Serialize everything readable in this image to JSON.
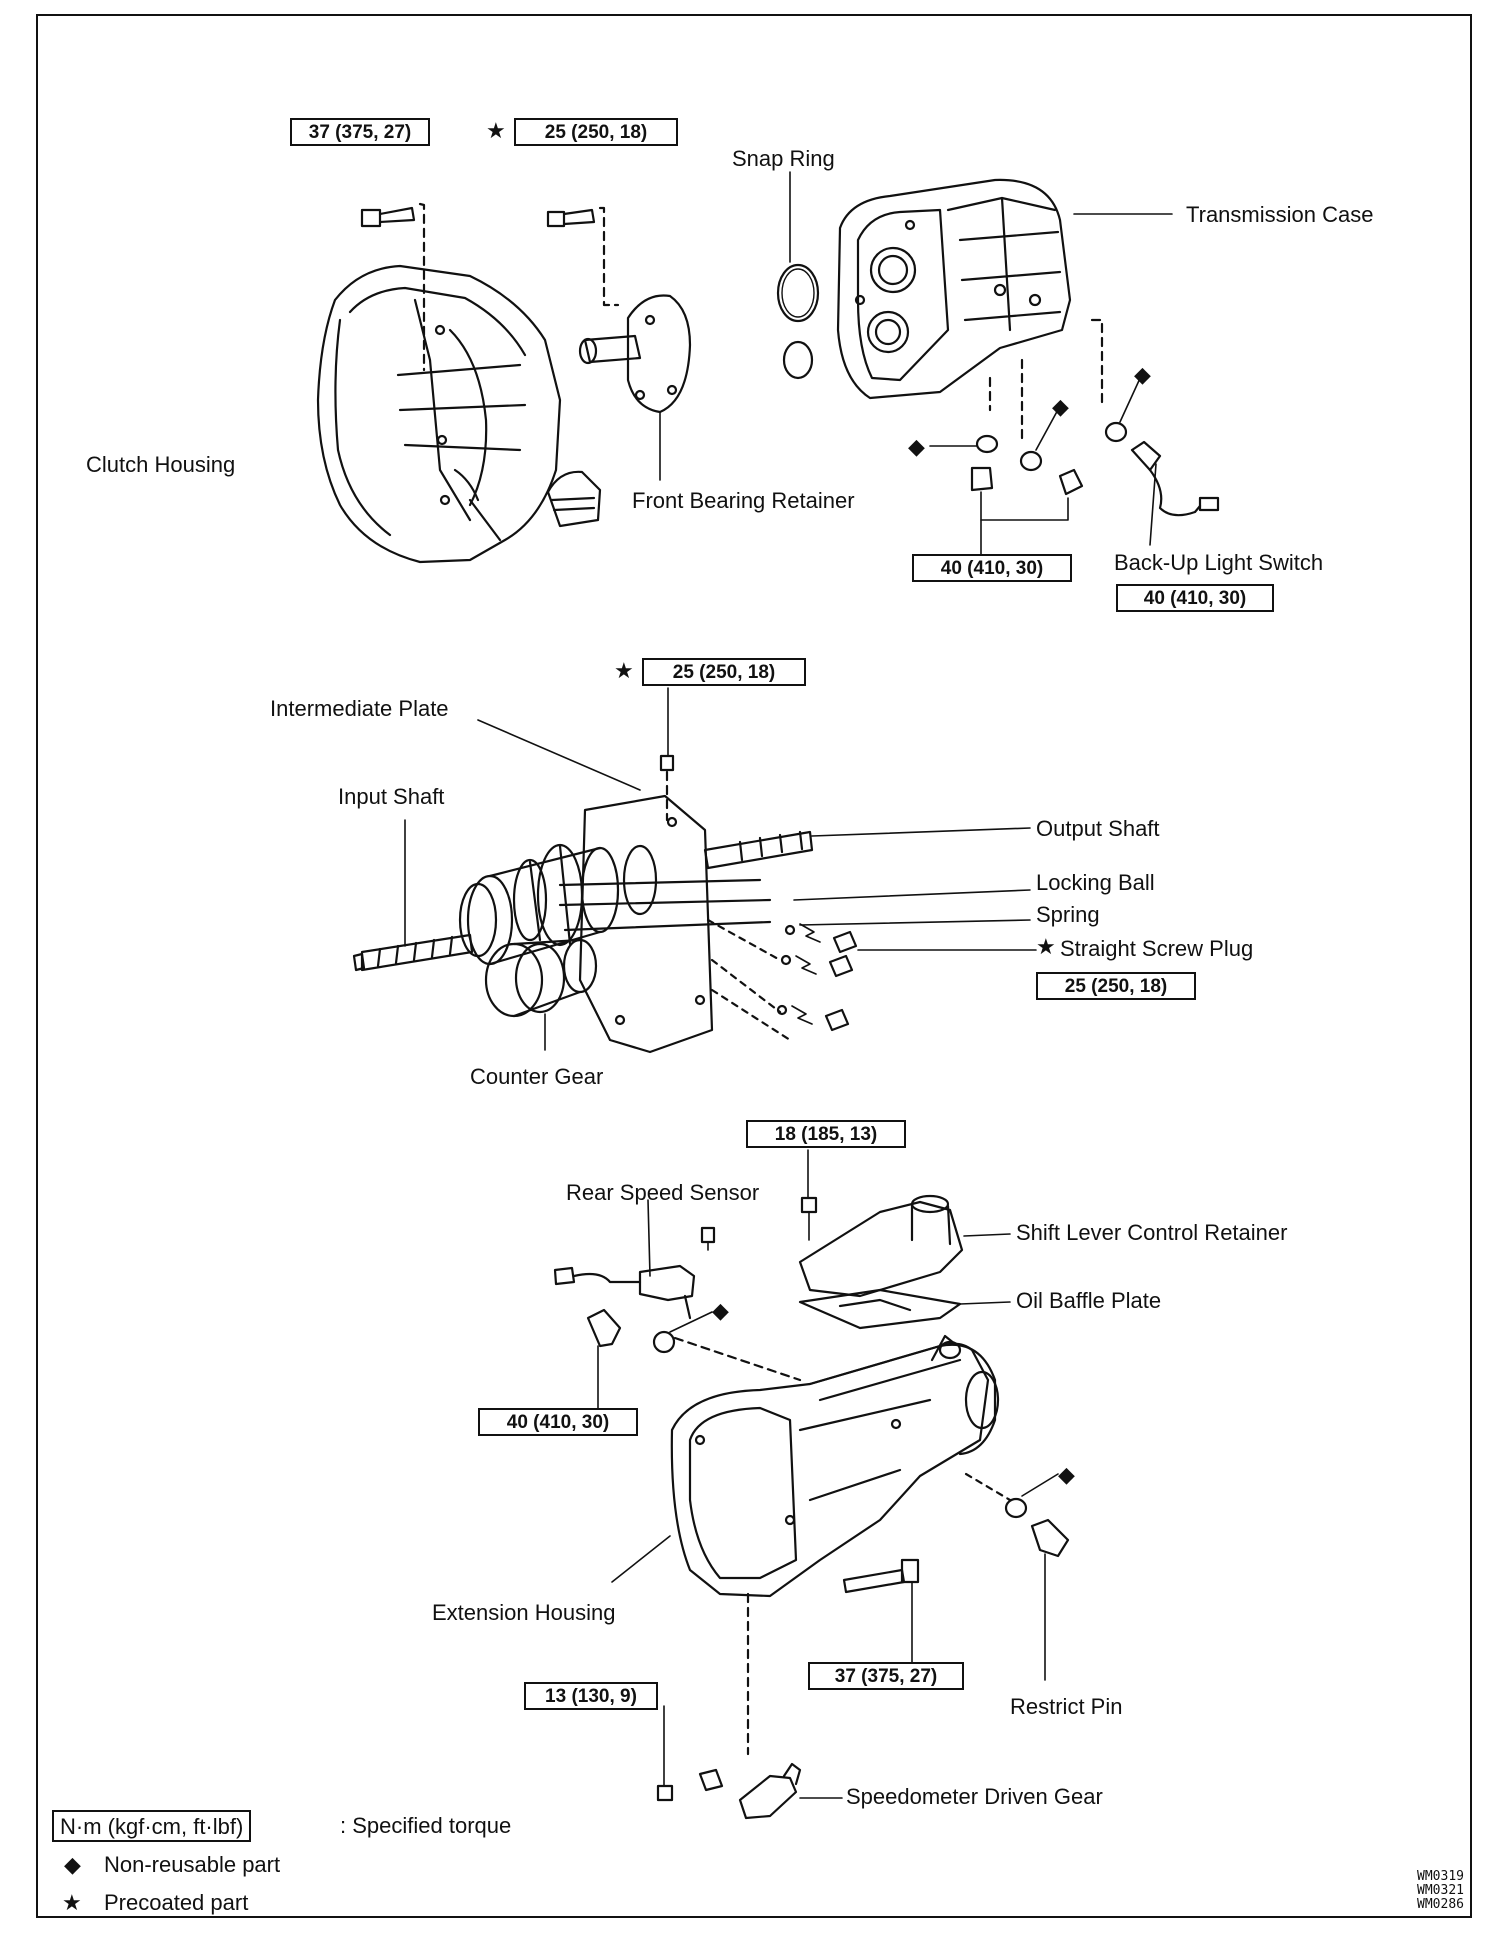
{
  "torque": {
    "clutch_bolt": "37 (375, 27)",
    "retainer_bolt": "25 (250, 18)",
    "plug_40_case": "40 (410, 30)",
    "backup_switch": "40 (410, 30)",
    "intermediate_bolt": "25 (250, 18)",
    "screw_plug": "25 (250, 18)",
    "shift_retainer_bolt": "18 (185, 13)",
    "sensor_plug": "40 (410, 30)",
    "extension_bolt": "37 (375, 27)",
    "speedo_bolt": "13 (130, 9)"
  },
  "labels": {
    "snap_ring": "Snap Ring",
    "transmission_case": "Transmission Case",
    "clutch_housing": "Clutch Housing",
    "front_bearing_retainer": "Front Bearing Retainer",
    "backup_light_switch": "Back-Up Light Switch",
    "intermediate_plate": "Intermediate Plate",
    "input_shaft": "Input Shaft",
    "output_shaft": "Output Shaft",
    "locking_ball": "Locking Ball",
    "spring": "Spring",
    "straight_screw_plug": "Straight Screw Plug",
    "counter_gear": "Counter Gear",
    "rear_speed_sensor": "Rear Speed Sensor",
    "shift_lever_control_retainer": "Shift Lever Control Retainer",
    "oil_baffle_plate": "Oil Baffle Plate",
    "extension_housing": "Extension Housing",
    "restrict_pin": "Restrict Pin",
    "speedometer_driven_gear": "Speedometer Driven Gear"
  },
  "symbols": {
    "star": "★",
    "diamond": "◆"
  },
  "legend": {
    "torque_unit": "N·m (kgf·cm, ft·lbf)",
    "torque_text": ":  Specified torque",
    "nonreusable": "Non-reusable part",
    "precoated": "Precoated part"
  },
  "codes": [
    "WM0319",
    "WM0321",
    "WM0286"
  ]
}
